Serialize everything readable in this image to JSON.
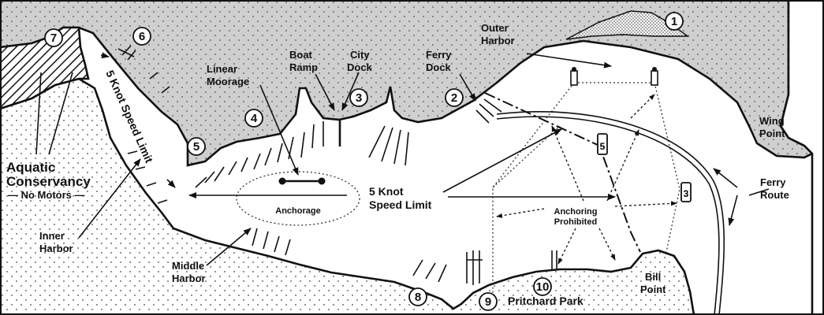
{
  "labels": {
    "outer_harbor_1": "Outer",
    "outer_harbor_2": "Harbor",
    "linear_moorage_1": "Linear",
    "linear_moorage_2": "Moorage",
    "boat_ramp_1": "Boat",
    "boat_ramp_2": "Ramp",
    "city_dock_1": "City",
    "city_dock_2": "Dock",
    "ferry_dock_1": "Ferry",
    "ferry_dock_2": "Dock",
    "wing_point_1": "Wing",
    "wing_point_2": "Point",
    "aquatic_conservancy_1": "Aquatic",
    "aquatic_conservancy_2": "Conservancy",
    "no_motors": "— No Motors —",
    "speed_limit_vertical": "5 Knot Speed Limit",
    "speed_limit_1": "5 Knot",
    "speed_limit_2": "Speed Limit",
    "anchorage": "Anchorage",
    "anchoring_prohibited_1": "Anchoring",
    "anchoring_prohibited_2": "Prohibited",
    "ferry_route_1": "Ferry",
    "ferry_route_2": "Route",
    "inner_harbor_1": "Inner",
    "inner_harbor_2": "Harbor",
    "middle_harbor_1": "Middle",
    "middle_harbor_2": "Harbor",
    "bill_point_1": "Bill",
    "bill_point_2": "Point",
    "pritchard_park": "Pritchard Park"
  },
  "markers": [
    "1",
    "2",
    "3",
    "4",
    "5",
    "6",
    "7",
    "8",
    "9",
    "10"
  ],
  "buoys": [
    "5",
    "3"
  ],
  "colors": {
    "land_shaded": "#cfcfcf",
    "land_white": "#ffffff",
    "water": "#ffffff",
    "ink": "#111111"
  }
}
